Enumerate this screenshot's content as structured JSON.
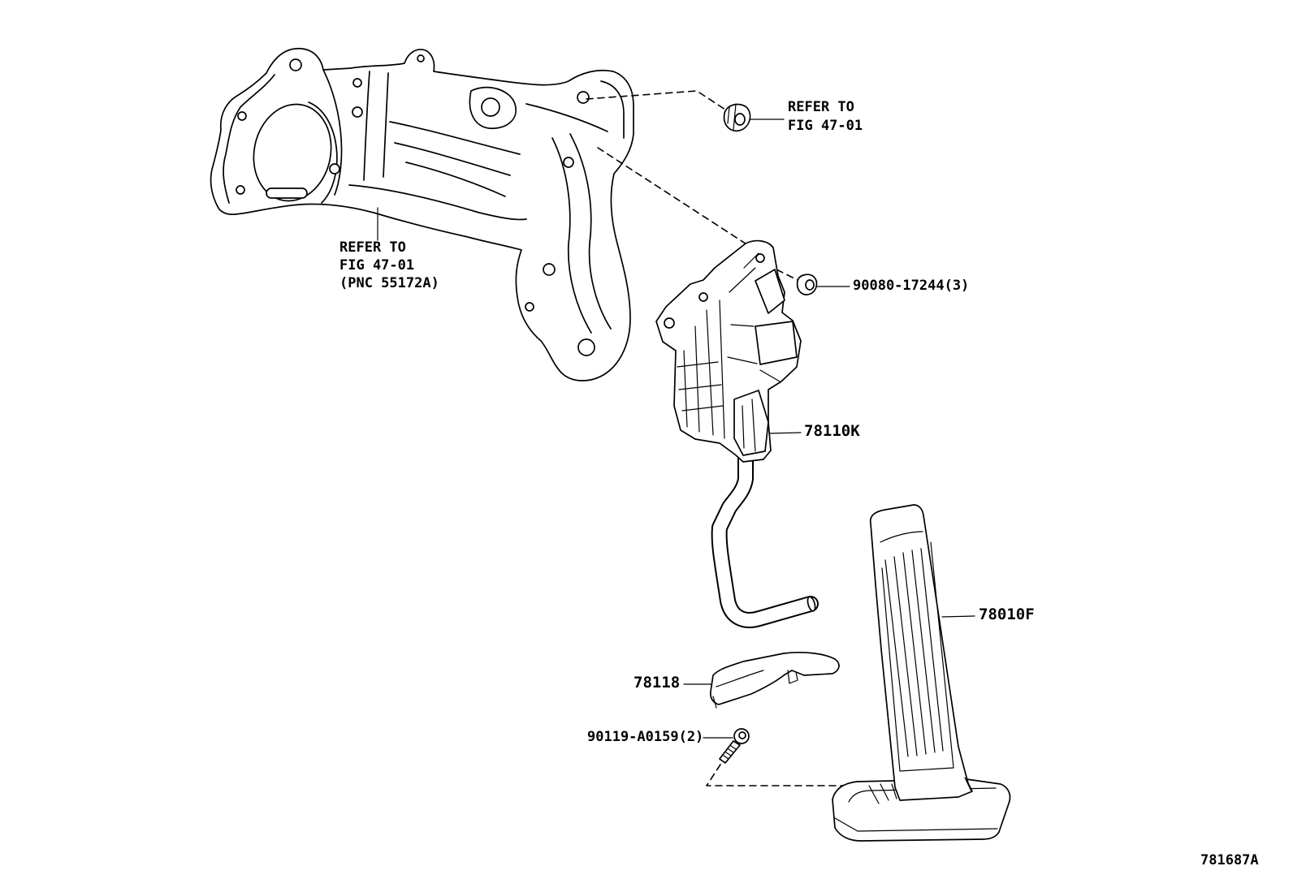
{
  "callouts": {
    "nut_reference": {
      "line1": "REFER TO",
      "line2": "FIG 47-01"
    },
    "bracket_reference": {
      "line1": "REFER TO",
      "line2": "FIG 47-01",
      "line3": "(PNC 55172A)"
    },
    "nut": "90080-17244(3)",
    "pedal_module": "78110K",
    "pedal_pad": "78010F",
    "cover": "78118",
    "bolt": "90119-A0159(2)"
  },
  "illustration_id": "781687A",
  "colors": {
    "line": "#000000",
    "background": "#ffffff"
  }
}
